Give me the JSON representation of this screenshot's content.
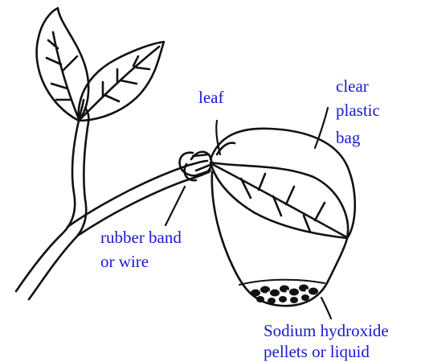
{
  "colors": {
    "label": "#1a1acc",
    "ink": "#111111",
    "background": "#ffffff"
  },
  "labels": {
    "leaf": "leaf",
    "bag": [
      "clear",
      "plastic",
      "bag"
    ],
    "band": [
      "rubber band",
      "or wire"
    ],
    "reagent": [
      "Sodium hydroxide",
      "pellets or liquid"
    ]
  }
}
